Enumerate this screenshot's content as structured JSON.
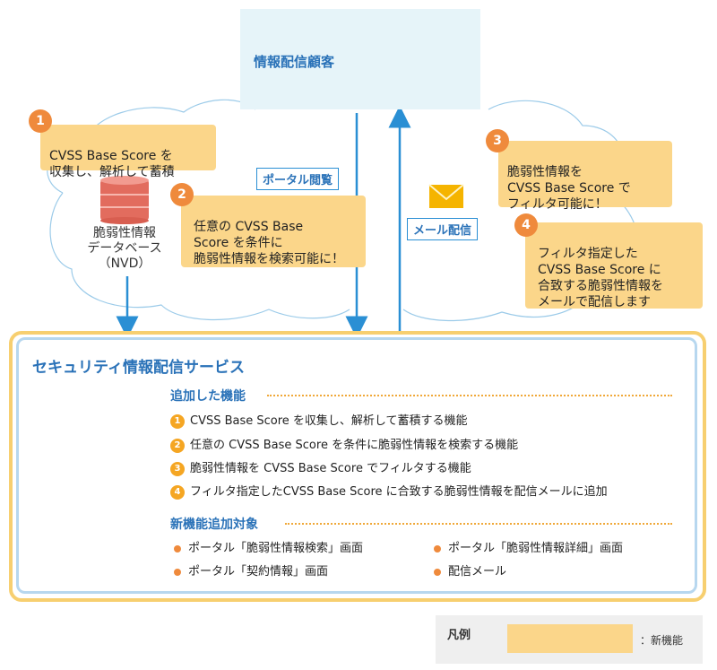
{
  "customer": {
    "label": "情報配信顧客"
  },
  "callouts": [
    {
      "number": "1",
      "text": "CVSS Base Score を\n収集し、解析して蓄積"
    },
    {
      "number": "2",
      "text": "任意の CVSS Base\nScore を条件に\n脆弱性情報を検索可能に！"
    },
    {
      "number": "3",
      "text": "脆弱性情報を\nCVSS Base Score で\nフィルタ可能に！"
    },
    {
      "number": "4",
      "text": "フィルタ指定した\nCVSS Base Score に\n合致する脆弱性情報を\nメールで配信します"
    }
  ],
  "database": {
    "caption": "脆弱性情報\nデータベース\n（NVD）"
  },
  "tags": {
    "portal": "ポータル閲覧",
    "mail": "メール配信"
  },
  "service": {
    "title": "セキュリティ情報配信サービス",
    "added_heading": "追加した機能",
    "features": [
      {
        "number": "1",
        "text": "CVSS Base Score を収集し、解析して蓄積する機能"
      },
      {
        "number": "2",
        "text": "任意の CVSS Base Score を条件に脆弱性情報を検索する機能"
      },
      {
        "number": "3",
        "text": "脆弱性情報を CVSS Base Score でフィルタする機能"
      },
      {
        "number": "4",
        "text": "フィルタ指定したCVSS Base Score に合致する脆弱性情報を配信メールに追加"
      }
    ],
    "targets_heading": "新機能追加対象",
    "targets": [
      "ポータル「脆弱性情報検索」画面",
      "ポータル「脆弱性情報詳細」画面",
      "ポータル「契約情報」画面",
      "配信メール"
    ]
  },
  "legend": {
    "title": "凡例",
    "label": "：新機能"
  },
  "colors": {
    "accent_blue": "#2a72b8",
    "arrow_blue": "#2a8fd4",
    "callout_yellow": "#fbd68a",
    "badge_orange": "#ef8a3c"
  }
}
